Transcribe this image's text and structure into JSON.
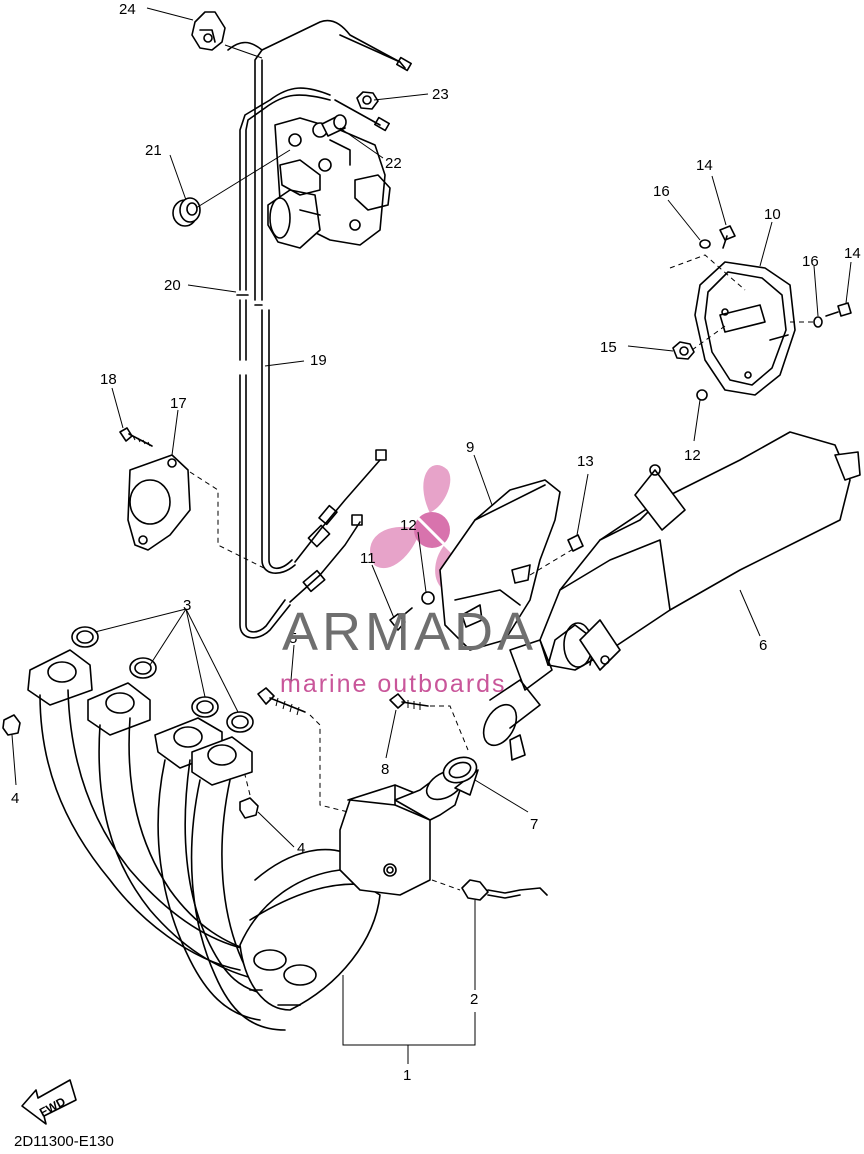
{
  "diagram": {
    "code": "2D11300-E130",
    "fwd_label": "FWD",
    "watermark": {
      "brand": "ARMADA",
      "tagline": "marine outboards",
      "logo_color": "#e7a3c9",
      "logo_dot": "#d873ad"
    },
    "callouts": [
      "24",
      "23",
      "22",
      "21",
      "20",
      "19",
      "18",
      "17",
      "16",
      "14",
      "10",
      "16",
      "14",
      "15",
      "12",
      "9",
      "13",
      "12",
      "11",
      "3",
      "5",
      "6",
      "4",
      "8",
      "7",
      "4",
      "2",
      "1"
    ]
  }
}
